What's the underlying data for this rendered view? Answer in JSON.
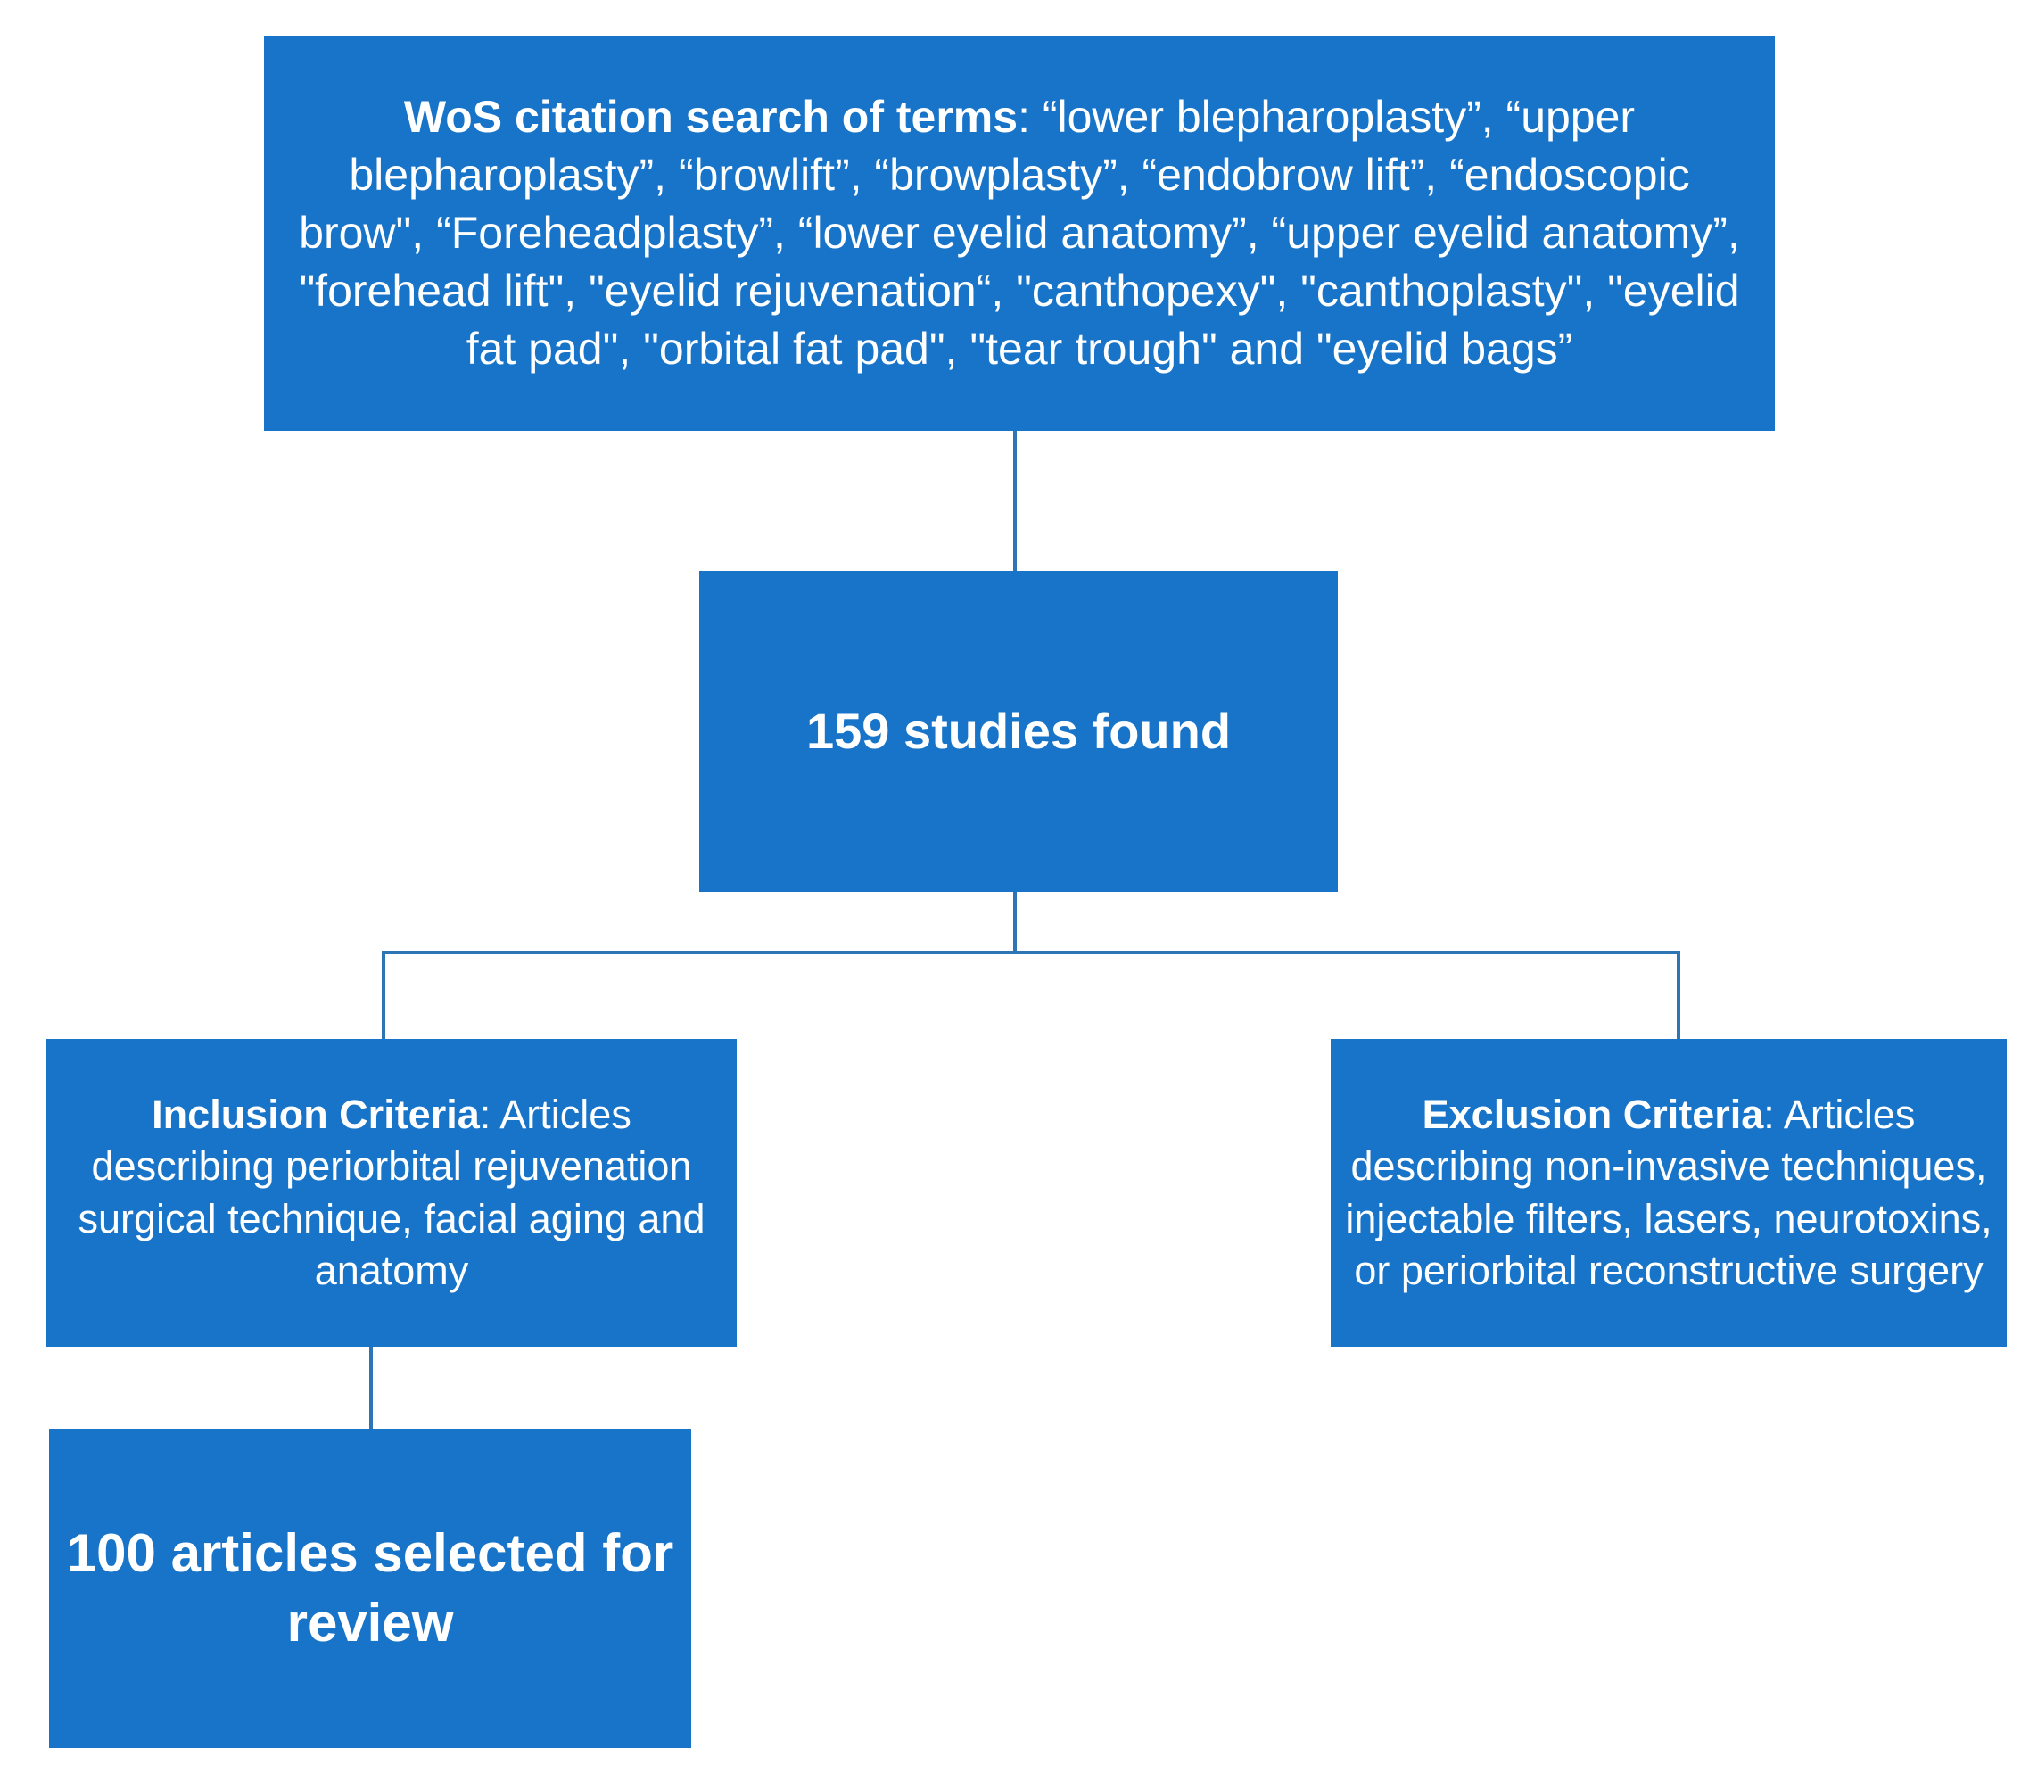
{
  "diagram": {
    "title": "Literature search flow diagram",
    "accent_color": "#1874C8",
    "connector_color": "#2E75B6",
    "text_color": "#FFFFFF",
    "background_color": "#FFFFFF"
  },
  "nodes": {
    "search": {
      "label_bold": "WoS citation search of terms",
      "separator": ": ",
      "terms_text": "“lower blepharoplasty”, “upper blepharoplasty”, “browlift”, “browplasty”,  “endobrow lift”, “endoscopic brow\", “Foreheadplasty”,  “lower eyelid anatomy”, “upper eyelid anatomy”, \"forehead lift\", \"eyelid rejuvenation“, \"canthopexy\", \"canthoplasty\", \"eyelid fat pad\", \"orbital fat pad\",  \"tear trough\" and \"eyelid bags”",
      "terms_list": [
        "“lower blepharoplasty”",
        "“upper blepharoplasty”",
        "“browlift”",
        "“browplasty”",
        "“endobrow lift”",
        "“endoscopic brow\"",
        "“Foreheadplasty”",
        "“lower eyelid anatomy”",
        "“upper eyelid anatomy”",
        "\"forehead lift\"",
        "\"eyelid rejuvenation“",
        "\"canthopexy\"",
        "\"canthoplasty\"",
        "\"eyelid fat pad\"",
        "\"orbital fat pad\"",
        "\"tear trough\"",
        "\"eyelid bags”"
      ]
    },
    "found": {
      "text": "159 studies found",
      "count": 159
    },
    "inclusion": {
      "label_bold": "Inclusion Criteria",
      "separator": ": ",
      "text": "Articles describing periorbital rejuvenation surgical technique, facial aging and anatomy"
    },
    "exclusion": {
      "label_bold": "Exclusion Criteria",
      "separator": ": ",
      "text": "Articles describing non-invasive techniques, injectable filters, lasers, neurotoxins, or periorbital reconstructive surgery"
    },
    "selected": {
      "text": "100 articles selected for review",
      "count": 100
    }
  },
  "edges": [
    {
      "name": "search-to-found",
      "from": "search",
      "to": "found"
    },
    {
      "name": "found-to-inclusion",
      "from": "found",
      "to": "inclusion"
    },
    {
      "name": "found-to-exclusion",
      "from": "found",
      "to": "exclusion"
    },
    {
      "name": "inclusion-to-selected",
      "from": "inclusion",
      "to": "selected"
    }
  ]
}
